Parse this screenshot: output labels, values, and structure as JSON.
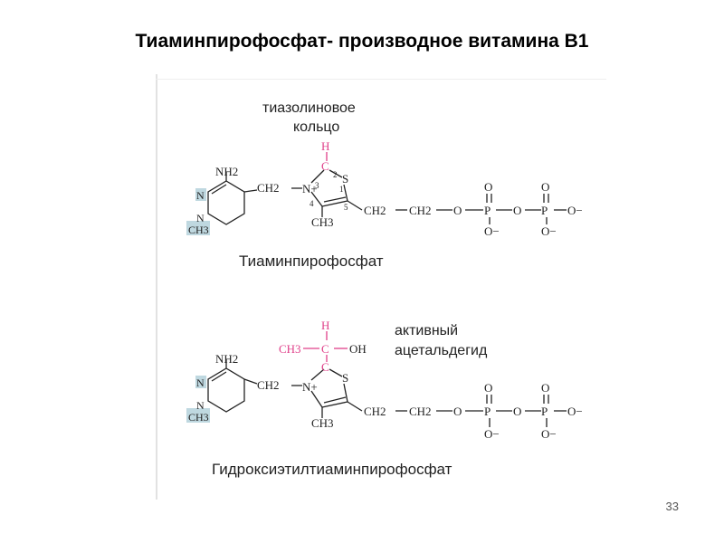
{
  "slide": {
    "title": "Тиаминпирофосфат- производное витамина В1",
    "page_number": "33"
  },
  "labels": {
    "thiazole_ring_line1": "тиазолиновое",
    "thiazole_ring_line2": "кольцо",
    "tpp_name": "Тиаминпирофосфат",
    "active_acetaldehyde_line1": "активный",
    "active_acetaldehyde_line2": "ацетальдегид",
    "hets_name": "Гидроксиэтилтиаминпирофосфат"
  },
  "atoms": {
    "nh2": "NH2",
    "n": "N",
    "ch3": "CH3",
    "ch2": "CH2",
    "n_plus": "N+",
    "s": "S",
    "c": "C",
    "h": "H",
    "o": "O",
    "p": "P",
    "o_minus": "O−",
    "oh": "OH",
    "ring_num_1": "1",
    "ring_num_2": "2",
    "ring_num_3": "3",
    "ring_num_4": "4",
    "ring_num_5": "5"
  },
  "colors": {
    "highlight": "#e0408a",
    "ring_bg": "#bfd8e0",
    "ink": "#222222"
  }
}
